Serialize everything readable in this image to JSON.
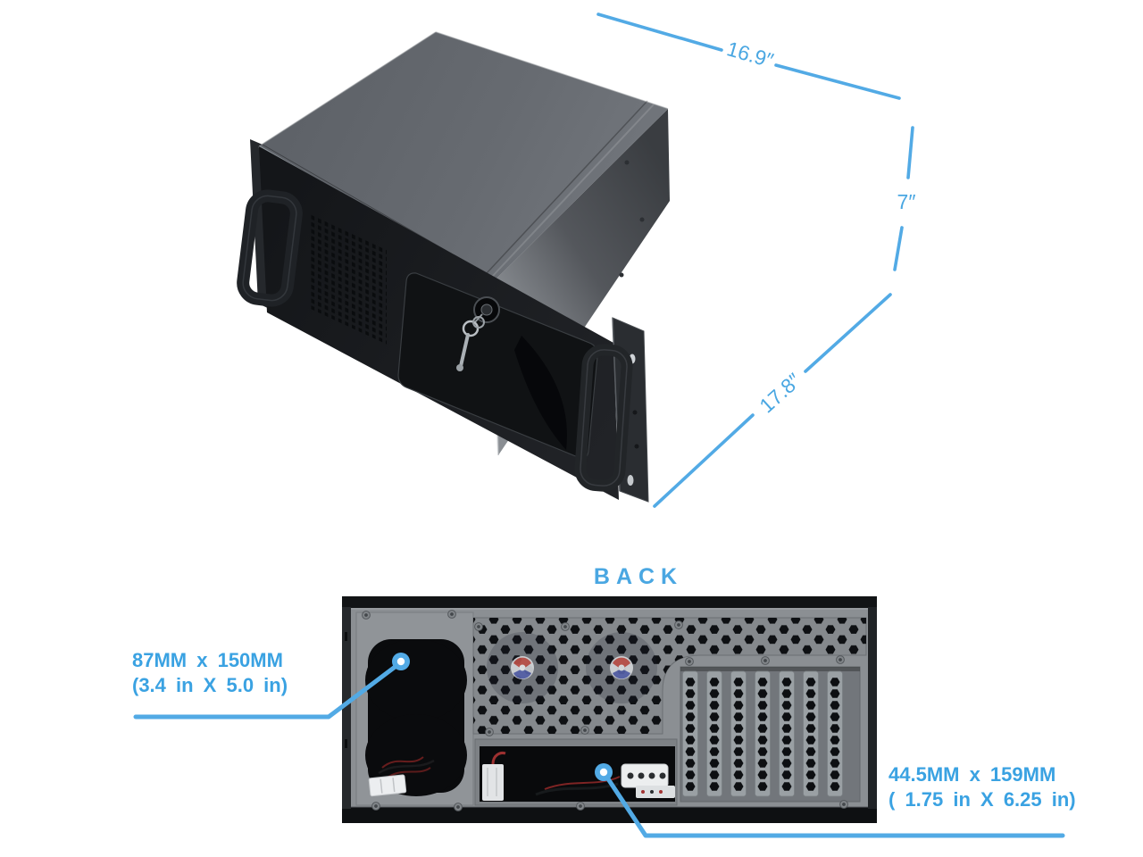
{
  "colors": {
    "accent_text": "#4aa7e2",
    "callout_text": "#3aa2e2",
    "accent_line": "#52aae5"
  },
  "front_view": {
    "dimensions": {
      "width": "16.9″",
      "height": "7″",
      "depth": "17.8″"
    }
  },
  "back_view": {
    "title": "BACK",
    "callouts": {
      "fan_opening": {
        "line1": "87MM x 150MM",
        "line2": "(3.4 in X 5.0 in)"
      },
      "psu_opening": {
        "line1": "44.5MM x 159MM",
        "line2": "( 1.75 in X 6.25 in)"
      }
    }
  }
}
